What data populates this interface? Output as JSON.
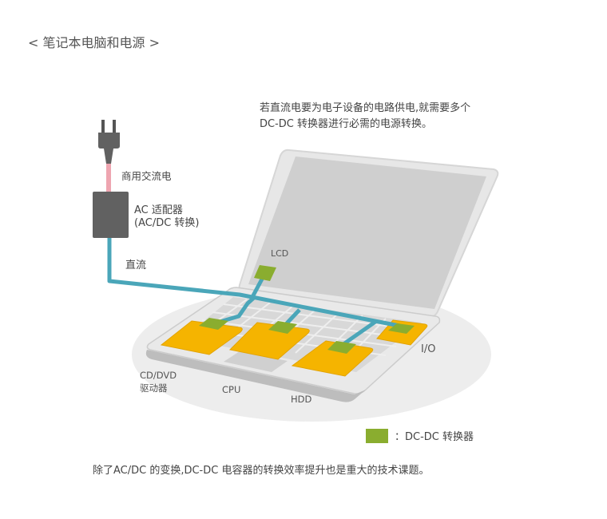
{
  "title": "< 笔记本电脑和电源 >",
  "description": {
    "line1": "若直流电要为电子设备的电路供电,就需要多个",
    "line2": "DC-DC 转换器进行必需的电源转换。"
  },
  "labels": {
    "ac_power": "商用交流电",
    "adapter_line1": "AC 适配器",
    "adapter_line2": "(AC/DC 转换)",
    "dc": "直流",
    "lcd": "LCD",
    "io": "I/O",
    "cd_dvd_line1": "CD/DVD",
    "cd_dvd_line2": "驱动器",
    "cpu": "CPU",
    "hdd": "HDD"
  },
  "legend": {
    "text": "：DC-DC 转换器",
    "color": "#8aad2f"
  },
  "footer": "除了AC/DC 的变换,DC-DC 电容器的转换效率提升也是重大的技术课题。",
  "colors": {
    "cable_ac": "#eea5b0",
    "cable_dc": "#4aa6b9",
    "adapter": "#616161",
    "component": "#f5b400",
    "converter": "#8aad2f",
    "laptop_body": "#e8e8e8",
    "screen": "#cfcfcf",
    "shadow": "#ededed"
  }
}
